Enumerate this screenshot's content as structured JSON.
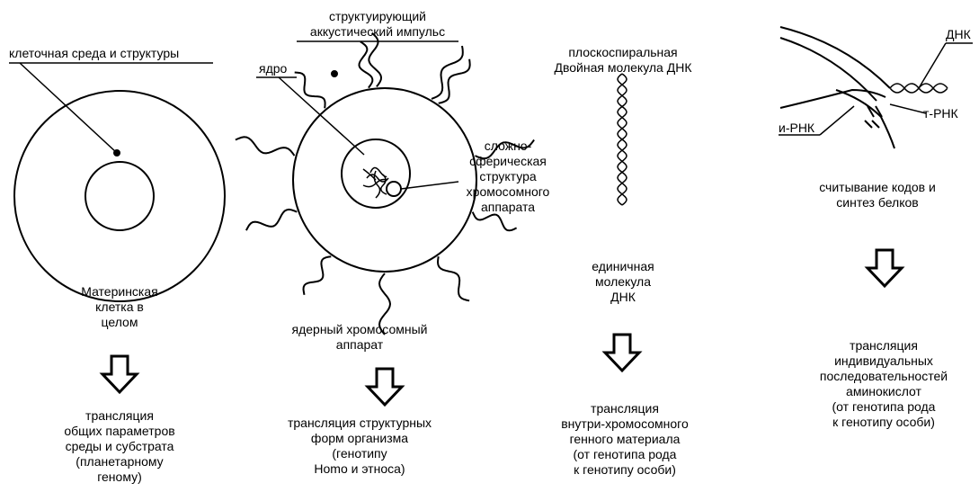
{
  "columns": {
    "cell": {
      "callout": "клеточная среда и структуры",
      "title": "Материнская\nклетка в\nцелом",
      "translation": "трансляция\nобщих параметров\nсреды и субстрата\n(планетарному\nгеному)"
    },
    "nucleus": {
      "impulse_label": "структуирующий\nаккустический импульс",
      "nucleus_label": "ядро",
      "structure_label": "сложно-\nсферическая\nструктура\nхромосомного\nаппарата",
      "title": "ядерный хромосомный\nаппарат",
      "translation": "трансляция структурных\nформ организма\n(генотипу\nHomo и этноса)"
    },
    "dna": {
      "helix_label": "плоскоспиральная\nДвойная молекула ДНК",
      "title": "единичная\nмолекула\nДНК",
      "translation": "трансляция\nвнутри-хромосомного\nгенного материала\n(от генотипа рода\nк генотипу особи)"
    },
    "protein": {
      "dna_label": "ДНК",
      "trna_label": "т-РНК",
      "mrna_label": "и-РНК",
      "title": "считывание кодов и\nсинтез белков",
      "translation": "трансляция\nиндивидуальных\nпоследовательностей\nаминокислот\n(от генотипа рода\nк генотипу особи)"
    }
  },
  "icons": [
    "arrow-down-icon",
    "dna-helix-icon",
    "sound-wave-icon"
  ]
}
